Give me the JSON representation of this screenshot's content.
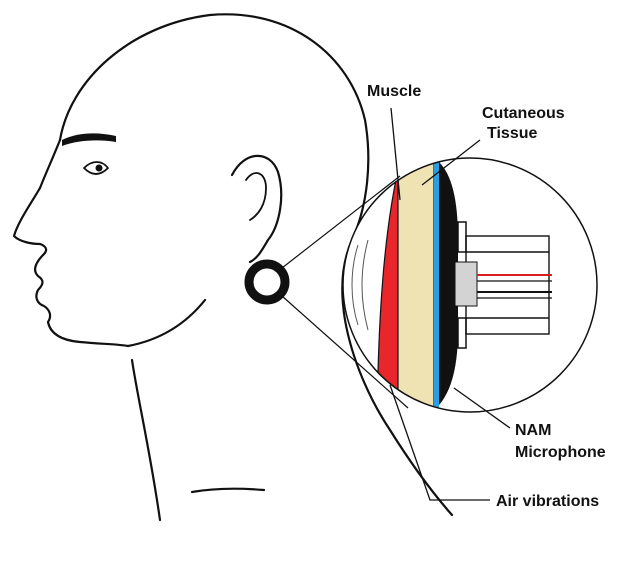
{
  "labels": {
    "muscle": "Muscle",
    "cutaneous_line1": "Cutaneous",
    "cutaneous_line2": "Tissue",
    "nam_line1": "NAM",
    "nam_line2": "Microphone",
    "air_vibrations": "Air vibrations"
  },
  "colors": {
    "ink": "#111111",
    "muscle": "#e8262b",
    "tissue": "#efe3b4",
    "membrane": "#2a9ee0",
    "housing": "#111111",
    "body": "#d3d3d3",
    "wire_red": "#d62020",
    "wire_black": "#111111",
    "background": "#ffffff"
  }
}
